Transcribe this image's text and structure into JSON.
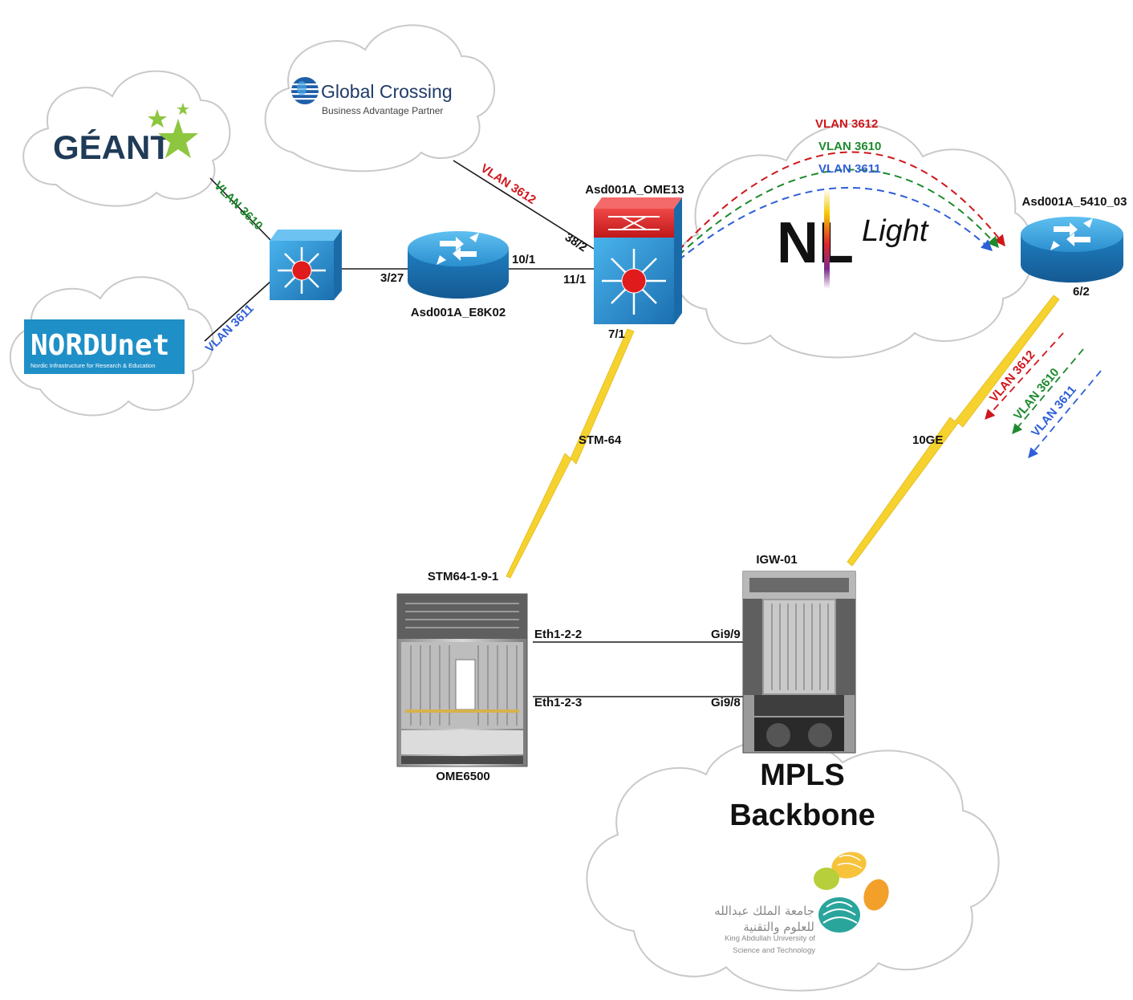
{
  "colors": {
    "vlan_3612": "#d0161b",
    "vlan_3610": "#1e8a2e",
    "vlan_3611": "#2e5fd8",
    "lightning": "#f6d22e",
    "switch_blue": "#2a8fd0",
    "router_blue": "#1f86c8",
    "geant_green": "#8dc63f",
    "nordunet_blue": "#1f8fc7",
    "kaust_green": "#2aa59c",
    "kaust_orange": "#f2a02a"
  },
  "clouds": {
    "geant": {
      "logo": "GÉANT"
    },
    "nordunet": {
      "logo": "NORDUnet",
      "tagline": "Nordic Infrastructure for Research & Education"
    },
    "global_crossing": {
      "logo": "Global Crossing",
      "tagline": "Business Advantage Partner"
    },
    "nlight": {
      "logo_nl": "NL",
      "logo_light": "Light"
    },
    "mpls": {
      "title_line1": "MPLS",
      "title_line2": "Backbone",
      "kaust_ar_line1": "جامعة الملك عبدالله",
      "kaust_ar_line2": "للعلوم والتقنية",
      "kaust_en_line1": "King Abdullah University of",
      "kaust_en_line2": "Science and Technology"
    }
  },
  "devices": {
    "router_e8k02": {
      "name": "Asd001A_E8K02"
    },
    "switch_ome13": {
      "name": "Asd001A_OME13"
    },
    "router_5410": {
      "name": "Asd001A_5410_03"
    },
    "ome6500": {
      "name": "OME6500",
      "port_name": "STM64-1-9-1"
    },
    "igw01": {
      "name": "IGW-01"
    }
  },
  "ports": {
    "p3_27": "3/27",
    "p10_1": "10/1",
    "p11_1": "11/1",
    "p38_2": "38/2",
    "p7_1": "7/1",
    "p6_2": "6/2",
    "eth1_2_2": "Eth1-2-2",
    "eth1_2_3": "Eth1-2-3",
    "gi9_9": "Gi9/9",
    "gi9_8": "Gi9/8"
  },
  "links": {
    "stm64": "STM-64",
    "tenge": "10GE"
  },
  "vlans": {
    "geant_link": "VLAN 3610",
    "nordunet_link": "VLAN 3611",
    "globalcrossing_link": "VLAN 3612",
    "arc_3612": "VLAN 3612",
    "arc_3610": "VLAN 3610",
    "arc_3611": "VLAN 3611",
    "down_3612": "VLAN 3612",
    "down_3610": "VLAN 3610",
    "down_3611": "VLAN 3611"
  }
}
